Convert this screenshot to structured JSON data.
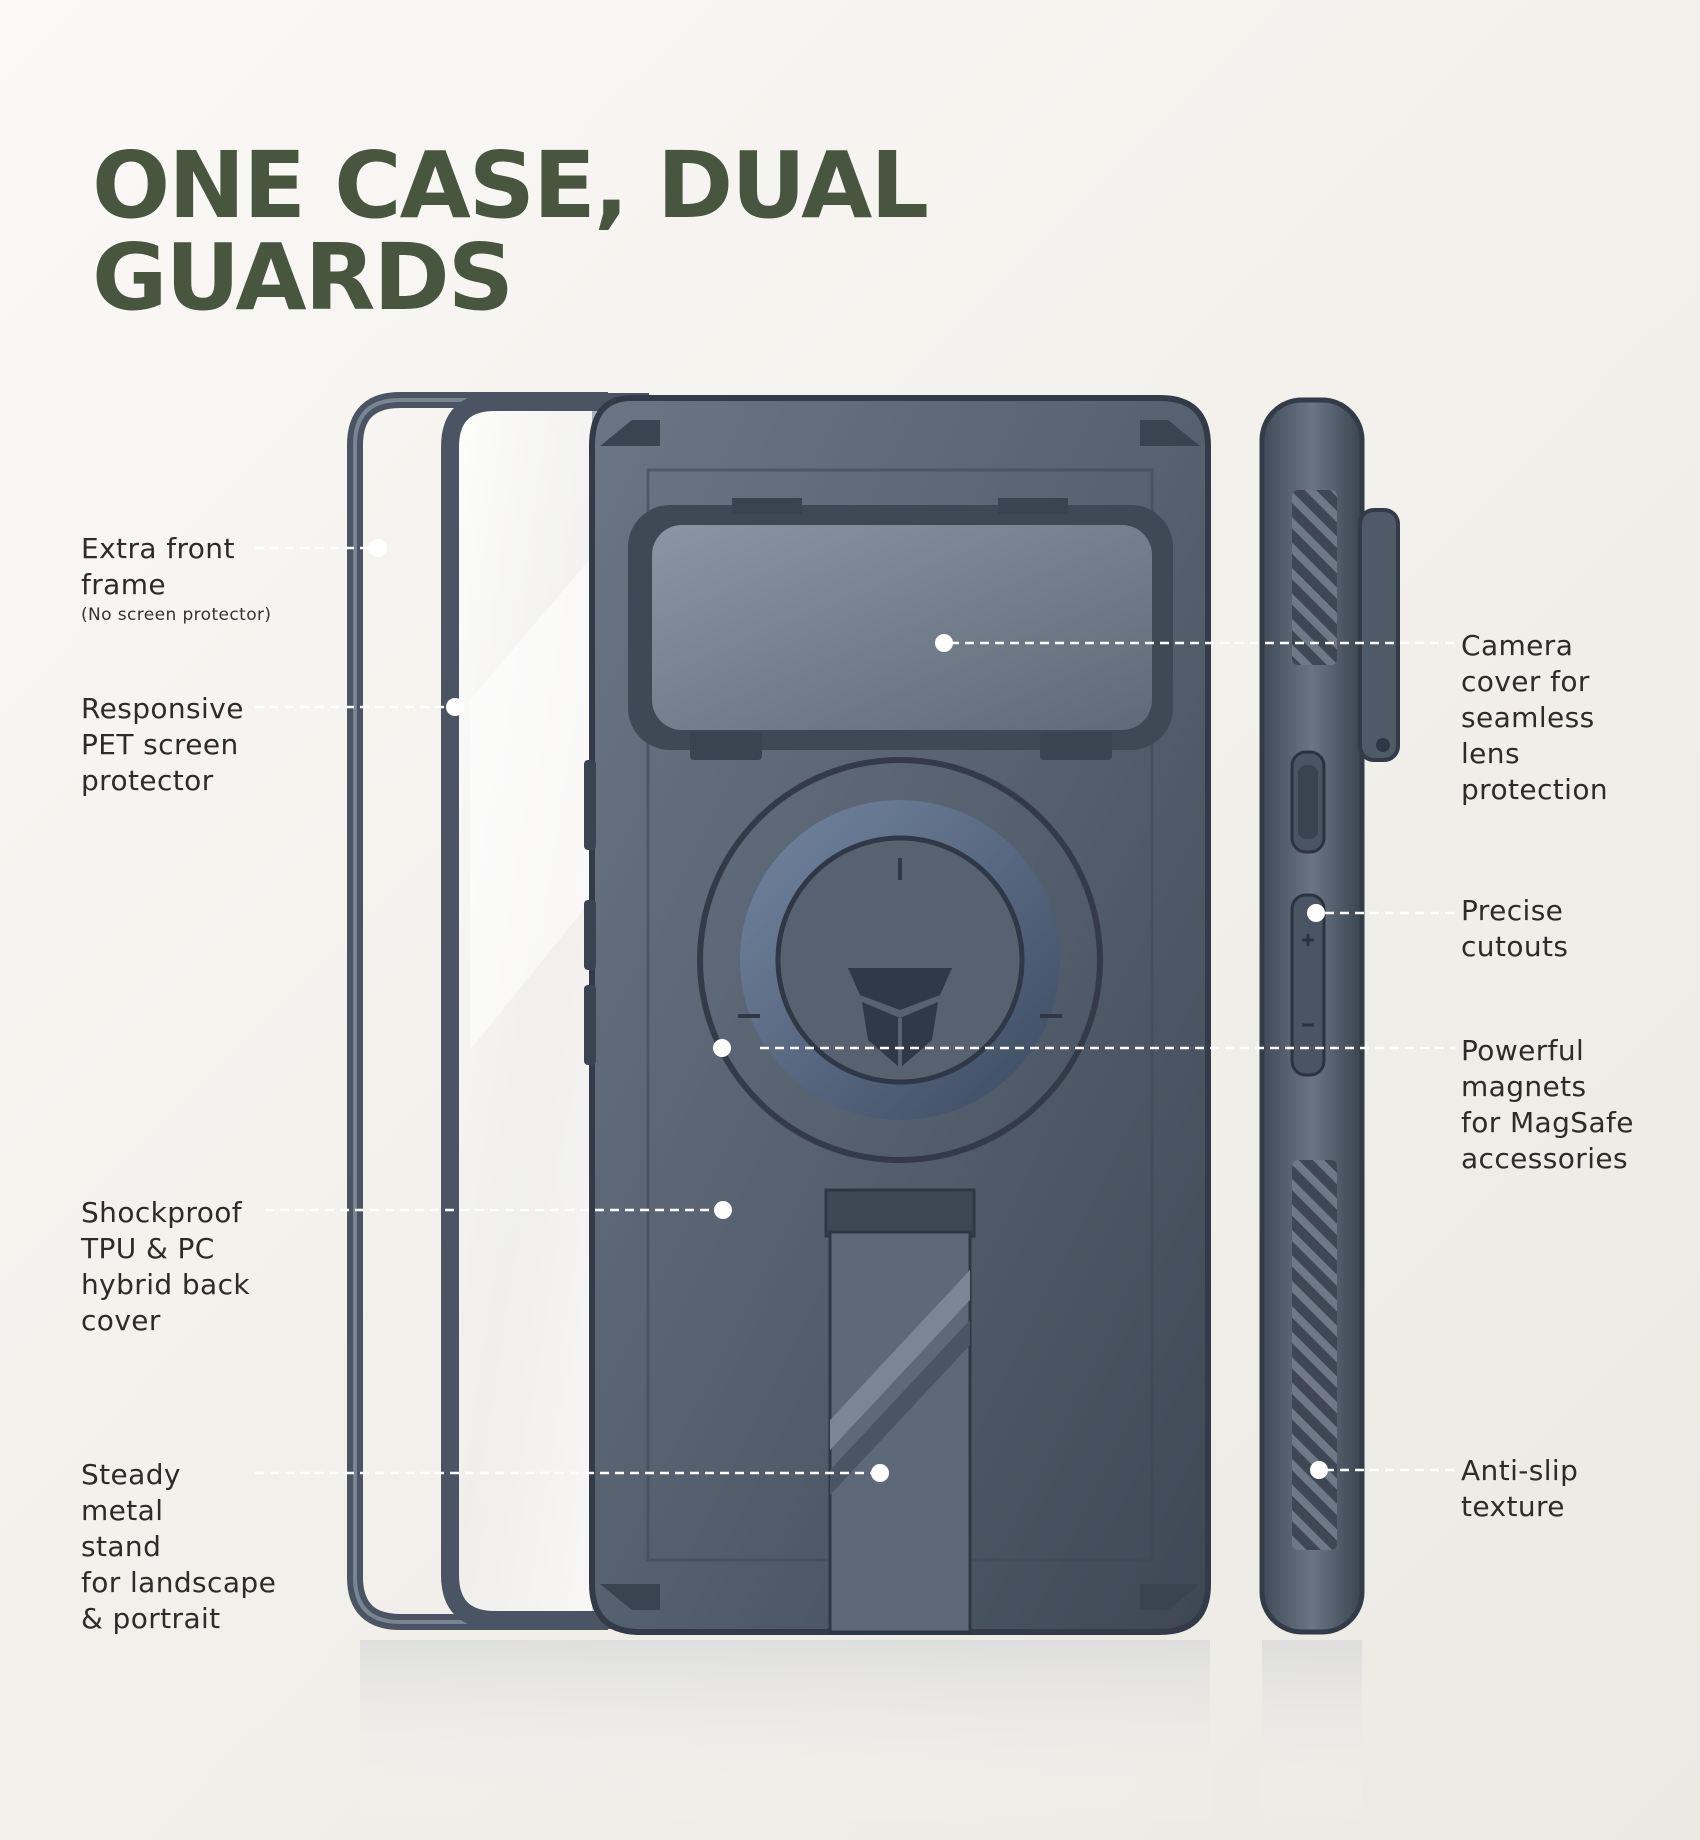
{
  "headline": {
    "line1": "ONE CASE, DUAL",
    "line2": "GUARDS"
  },
  "colors": {
    "headline": "#48553f",
    "case": "#4e5a69",
    "case_dark": "#323b47",
    "label_text": "#2c2c2c",
    "callout": "#ffffff"
  },
  "callouts_left": [
    {
      "lines": [
        "Extra front",
        "frame"
      ],
      "note": "(No screen protector)"
    },
    {
      "lines": [
        "Responsive",
        "PET screen",
        "protector"
      ]
    },
    {
      "lines": [
        "Shockproof",
        "TPU & PC",
        "hybrid back",
        "cover"
      ]
    },
    {
      "lines": [
        "Steady",
        "metal",
        "stand",
        "for landscape",
        "& portrait"
      ]
    }
  ],
  "callouts_right": [
    {
      "lines": [
        "Camera",
        "cover for",
        "seamless",
        "lens",
        "protection"
      ]
    },
    {
      "lines": [
        "Precise",
        "cutouts"
      ]
    },
    {
      "lines": [
        "Powerful",
        "magnets",
        "for MagSafe",
        "accessories"
      ]
    },
    {
      "lines": [
        "Anti-slip",
        "texture"
      ]
    }
  ],
  "icons": {
    "logo": "shield-chevron-icon",
    "volume_plus": "plus-icon",
    "volume_minus": "minus-icon"
  }
}
